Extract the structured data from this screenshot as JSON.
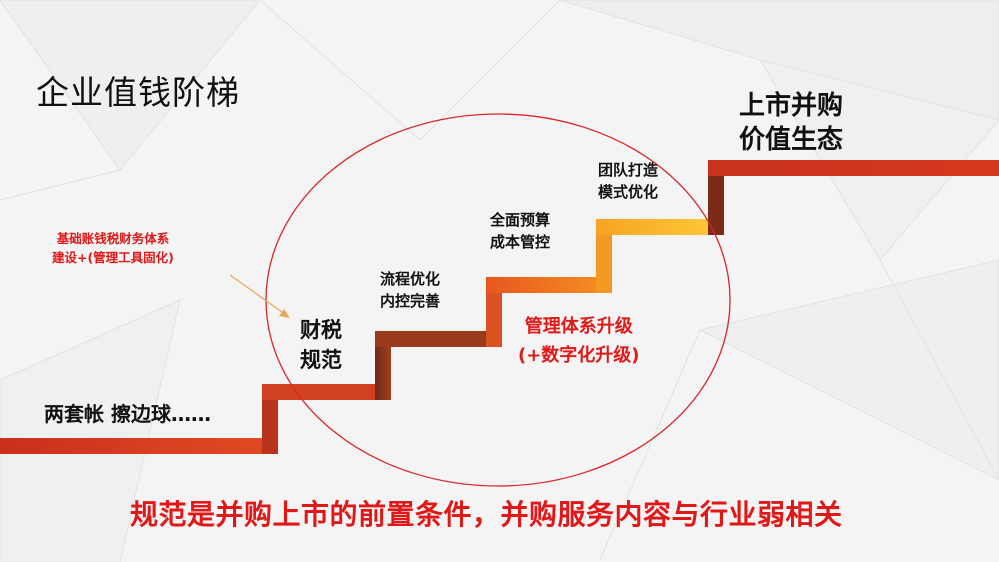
{
  "slide": {
    "title": "企业值钱阶梯",
    "steps": [
      {
        "lines": [
          "两套帐 擦边球……"
        ]
      },
      {
        "lines": [
          "财税",
          "规范"
        ]
      },
      {
        "lines": [
          "流程优化",
          "内控完善"
        ]
      },
      {
        "lines": [
          "全面预算",
          "成本管控"
        ]
      },
      {
        "lines": [
          "团队打造",
          "模式优化"
        ]
      },
      {
        "lines": [
          "上市并购",
          "价值生态"
        ]
      }
    ],
    "note": {
      "lines": [
        "基础账钱税财务体系",
        "建设+(管理工具固化)"
      ]
    },
    "management": {
      "lines": [
        "管理体系升级",
        "(+数字化升级)"
      ]
    },
    "conclusion": "规范是并购上市的前置条件，并购服务内容与行业弱相关"
  },
  "colors": {
    "stair_red": "#d63a1e",
    "stair_orange": "#f07a1e",
    "stair_yellow": "#f7b52b",
    "stair_dark": "#8a3a1e",
    "ellipse": "#d9262b",
    "accent_red": "#e01818"
  }
}
